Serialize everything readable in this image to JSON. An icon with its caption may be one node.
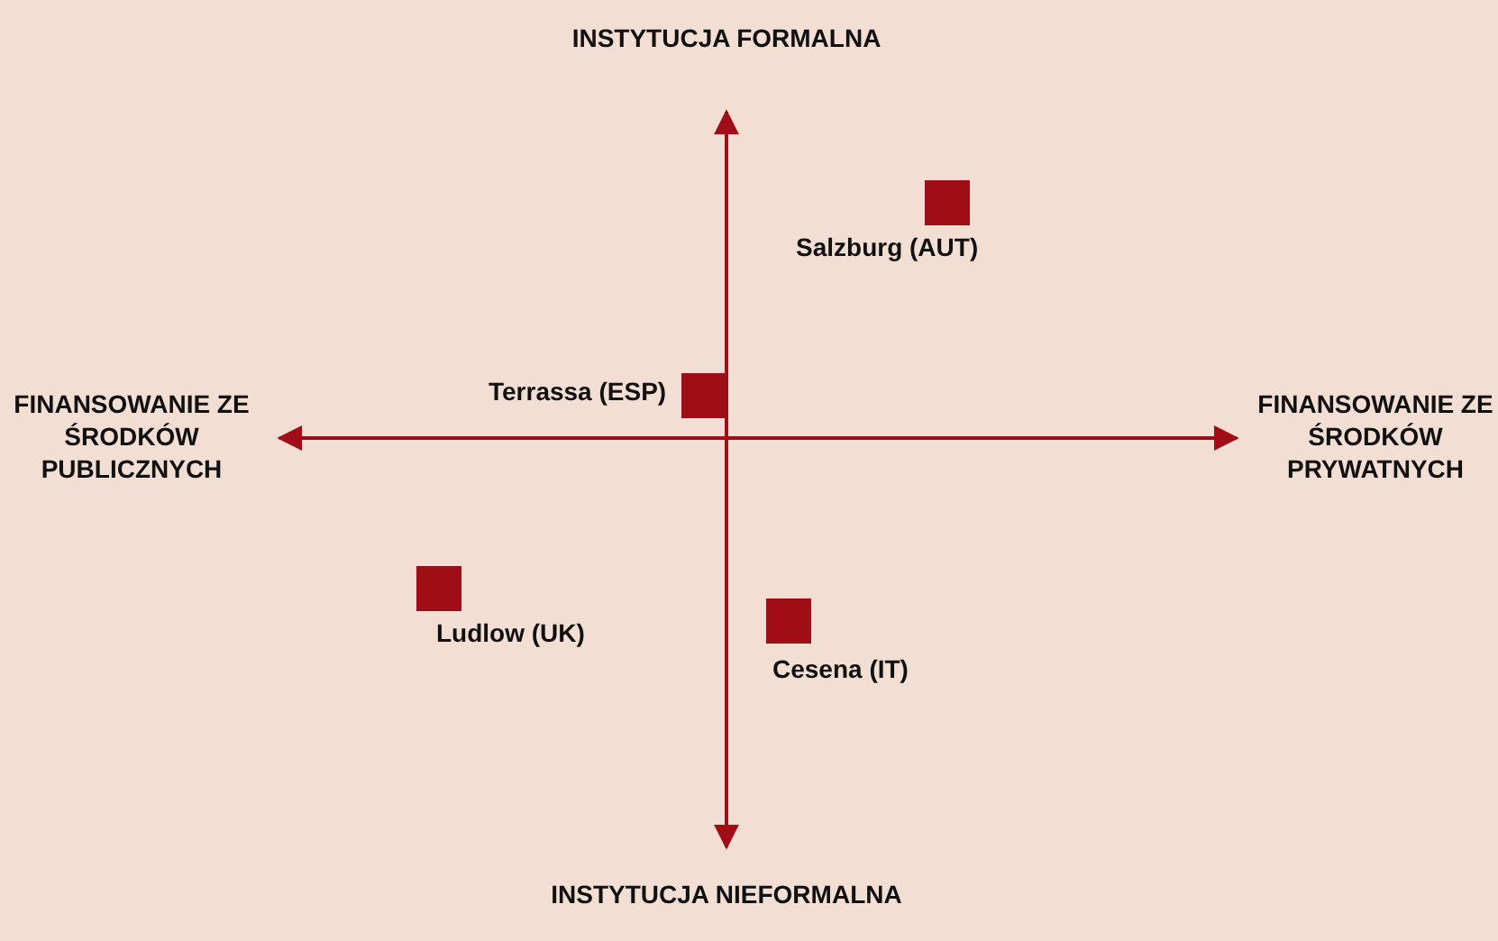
{
  "diagram": {
    "nodes": [
      {
        "text": [
          "Salzburg (AUT)"
        ]
      },
      {
        "text": [
          "Terrassa (ESP)"
        ]
      },
      {
        "text": [
          "Ludlow (UK)"
        ]
      },
      {
        "text": [
          "Cesena (IT)"
        ]
      }
    ],
    "labels": [
      "INSTYTUCJA FORMALNA",
      "FINANSOWANIE ZE ŚRODKÓW PUBLICZNYCH",
      "FINANSOWANIE ZE ŚRODKÓW PRYWATNYCH",
      "INSTYTUCJA NIEFORMALNA"
    ]
  }
}
